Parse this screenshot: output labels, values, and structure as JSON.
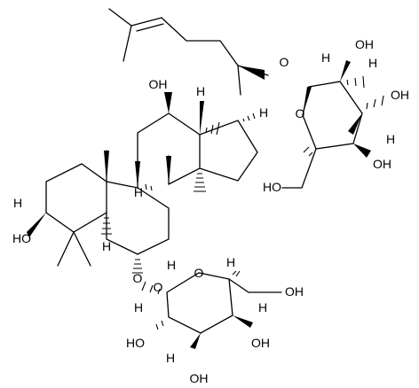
{
  "molecule": {
    "atom_labels": [
      "OH",
      "H",
      "H",
      "H",
      "HO",
      "H",
      "H",
      "O",
      "O",
      "H",
      "OH",
      "H",
      "OH",
      "H",
      "OH",
      "O",
      "HO",
      "O",
      "H",
      "O",
      "H",
      "OH",
      "H",
      "H",
      "OH",
      "HO",
      "H",
      "OH"
    ]
  }
}
